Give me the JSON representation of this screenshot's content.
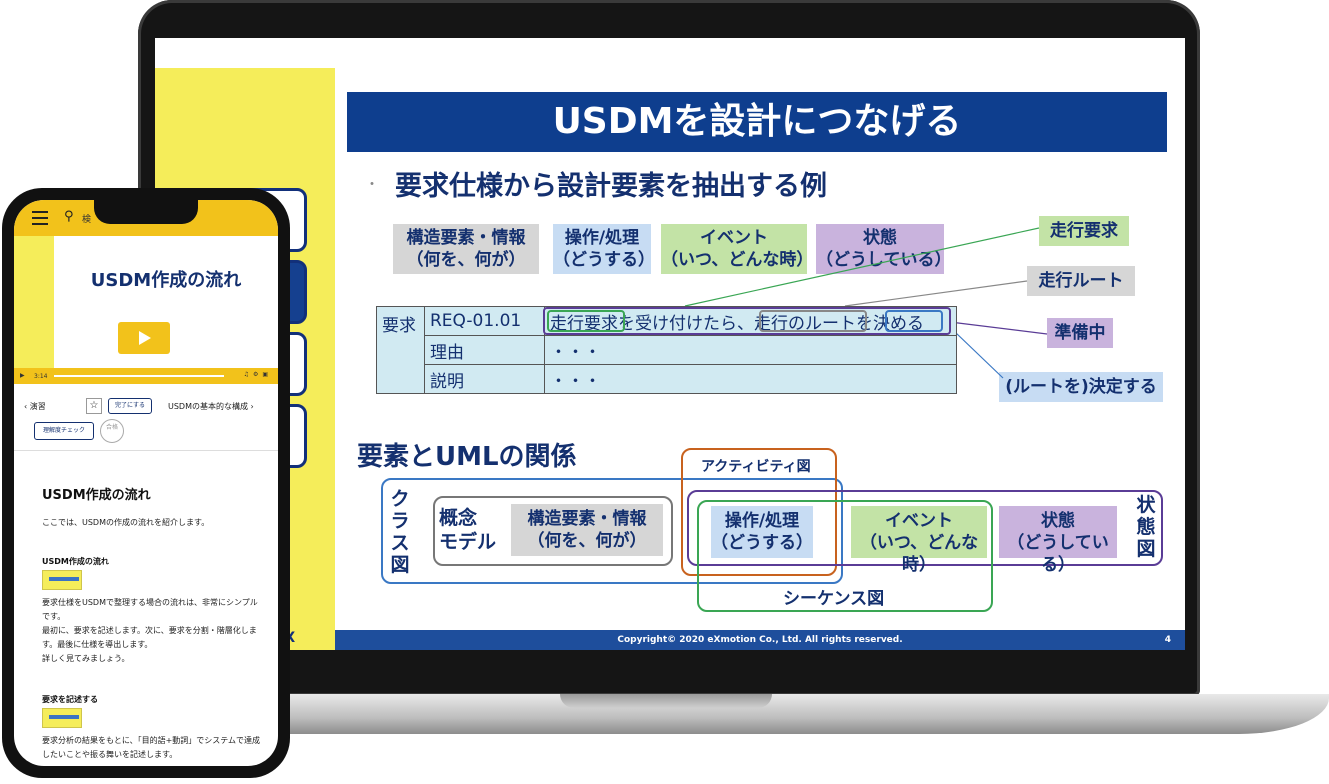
{
  "slide": {
    "title": "USDMを設計につなげる",
    "subtitle": "要求仕様から設計要素を抽出する例",
    "bullet": "・",
    "categories": [
      {
        "line1": "構造要素・情報",
        "line2": "（何を、何が）"
      },
      {
        "line1": "操作/処理",
        "line2": "（どうする）"
      },
      {
        "line1": "イベント",
        "line2": "（いつ、どんな時）"
      },
      {
        "line1": "状態",
        "line2": "（どうしている）"
      }
    ],
    "callouts": {
      "drive_request": "走行要求",
      "drive_route": "走行ルート",
      "preparing": "準備中",
      "decide_route": "(ルートを)決定する"
    },
    "table": {
      "req_label": "要求",
      "req_id": "REQ-01.01",
      "req_text": "走行要求を受け付けたら、走行のルートを決める",
      "reason_label": "理由",
      "reason_value": "・・・",
      "desc_label": "説明",
      "desc_value": "・・・"
    },
    "section2": "要素とUMLの関係",
    "uml": {
      "class_diagram": "クラス図",
      "concept": "概念\nモデル",
      "activity_diagram": "アクティビティ図",
      "state_diagram": "状態図",
      "sequence_diagram": "シーケンス図",
      "structure": {
        "line1": "構造要素・情報",
        "line2": "（何を、何が）"
      },
      "operation": {
        "line1": "操作/処理",
        "line2": "（どうする）"
      },
      "event": {
        "line1": "イベント",
        "line2": "（いつ、どんな時）"
      },
      "state": {
        "line1": "状態",
        "line2": "（どうしている）"
      }
    },
    "footer": "Copyright© 2020 eXmotion Co., Ltd. All rights reserved.",
    "page_number": "4",
    "side_logo": "OX"
  },
  "phone": {
    "search_text": "検",
    "video_title": "USDM作成の流れ",
    "video_time": "3:14",
    "nav": {
      "prev_label": "演習",
      "done_label": "完了にする",
      "next_label": "USDMの基本的な構成",
      "check_label": "理解度チェック",
      "seal_text": "合格"
    },
    "content": {
      "heading": "USDM作成の流れ",
      "intro": "ここでは、USDMの作成の流れを紹介します。",
      "sub1": "USDM作成の流れ",
      "para1": "要求仕様をUSDMで整理する場合の流れは、非常にシンプルです。",
      "para2": "最初に、要求を記述します。次に、要求を分割・階層化します。最後に仕様を導出します。",
      "para3": "詳しく見てみましょう。",
      "sub2": "要求を記述する",
      "para4": "要求分析の結果をもとに、「目的語+動詞」でシステムで達成したいことや振る舞いを記述します。"
    }
  },
  "colors": {
    "navy": "#0e3e8e",
    "yellow": "#f5ed5a",
    "phone_yellow": "#f2c21b",
    "green_line": "#3aa654",
    "purple_line": "#5a3c96",
    "orange_line": "#c8621e",
    "blue_line": "#3a78c4"
  }
}
